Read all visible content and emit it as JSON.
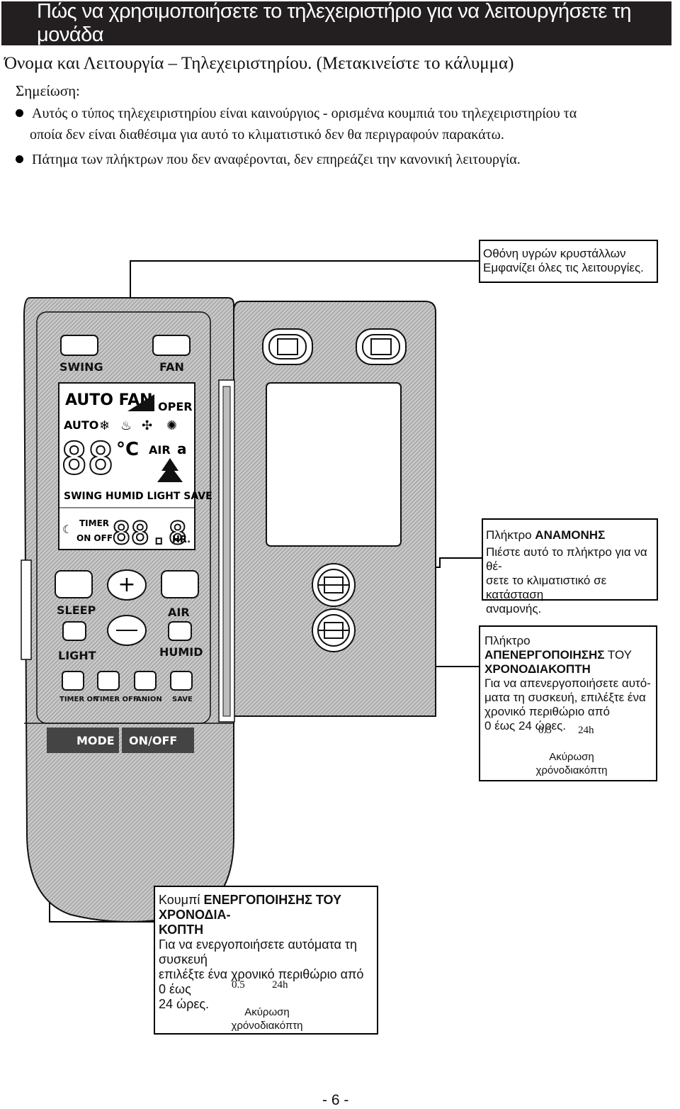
{
  "header": {
    "title": "Πώς να χρησιμοποιήσετε το τηλεχειριστήριο για να λειτουργήσετε τη μονάδα"
  },
  "subtitle": "Όνομα και Λειτουργία – Τηλεχειριστηρίου. (Μετακινείστε το κάλυμμα)",
  "note_label": "Σημείωση:",
  "bullets": [
    {
      "line1": "Αυτός ο τύπος τηλεχειριστηρίου είναι καινούργιος - ορισμένα κουμπιά του   τηλεχειριστηρίου τα",
      "line2": "οποία δεν είναι διαθέσιμα για αυτό το κλιματιστικό δεν θα περιγραφούν παρακάτω."
    },
    {
      "line1": "Πάτημα των πλήκτρων που δεν αναφέρονται, δεν επηρεάζει την κανονική λειτουργία."
    }
  ],
  "callouts": {
    "lcd": {
      "line1": "Οθόνη υγρών κρυστάλλων",
      "line2": "Εμφανίζει όλες τις λειτουργίες."
    },
    "standby": {
      "prefix": "Πλήκτρο ",
      "title": "ΑΝΑΜΟΝΗΣ",
      "body": [
        "Πιέστε αυτό το πλήκτρο για να θέ-",
        "σετε το κλιματιστικό σε κατάσταση",
        "αναμονής."
      ]
    },
    "timer_off": {
      "prefix": "Πλήκτρο ",
      "title": "ΑΠΕΝΕΡΓΟΠΟΙΗΣΗΣ",
      "suffix": " ΤΟΥ",
      "title2": "ΧΡΟΝΟΔΙΑΚΟΠΤΗ",
      "body": [
        "Για να απενεργοποιήσετε αυτό-",
        "ματα τη συσκευή, επιλέξτε ένα",
        "χρονικό περιθώριο από",
        "0 έως 24 ώρες."
      ],
      "range_start": "0.5",
      "range_end": "24h",
      "cancel": "Ακύρωση",
      "cancel2": "χρόνοδιακόπτη"
    },
    "timer_on": {
      "prefix": "Κουμπί ",
      "title": "ΕΝΕΡΓΟΠΟΙΗΣΗΣ ΤΟΥ ΧΡΟΝΟΔΙΑ-",
      "title2": "ΚΟΠΤΗ",
      "body": [
        "Για να ενεργοποιήσετε αυτόματα τη συσκευή",
        "επιλέξτε ένα χρονικό περιθώριο από 0 έως",
        "24 ώρες."
      ],
      "range_start": "0.5",
      "range_end": "24h",
      "cancel": "Ακύρωση",
      "cancel2": "χρόνοδιακόπτη"
    }
  },
  "remote": {
    "buttons": {
      "swing": "SWING",
      "fan": "FAN",
      "sleep": "SLEEP",
      "air": "AIR",
      "light": "LIGHT",
      "humid": "HUMID",
      "timer_on": "TIMER ON",
      "timer_off": "TIMER OFF",
      "anion": "ANION",
      "save": "SAVE",
      "mode": "MODE",
      "onoff": "ON/OFF"
    },
    "lcd": {
      "auto_fan": "AUTO FAN",
      "oper": "OPER",
      "auto": "AUTO",
      "temp": "88",
      "unit": "°C",
      "air": "AIR",
      "air_digit": "a",
      "row": "SWING HUMID LIGHT SAVE",
      "timer": "TIMER",
      "on_off": "ON OFF",
      "clock": "88.8",
      "hr": "HR."
    }
  },
  "page_number": "- 6 -"
}
